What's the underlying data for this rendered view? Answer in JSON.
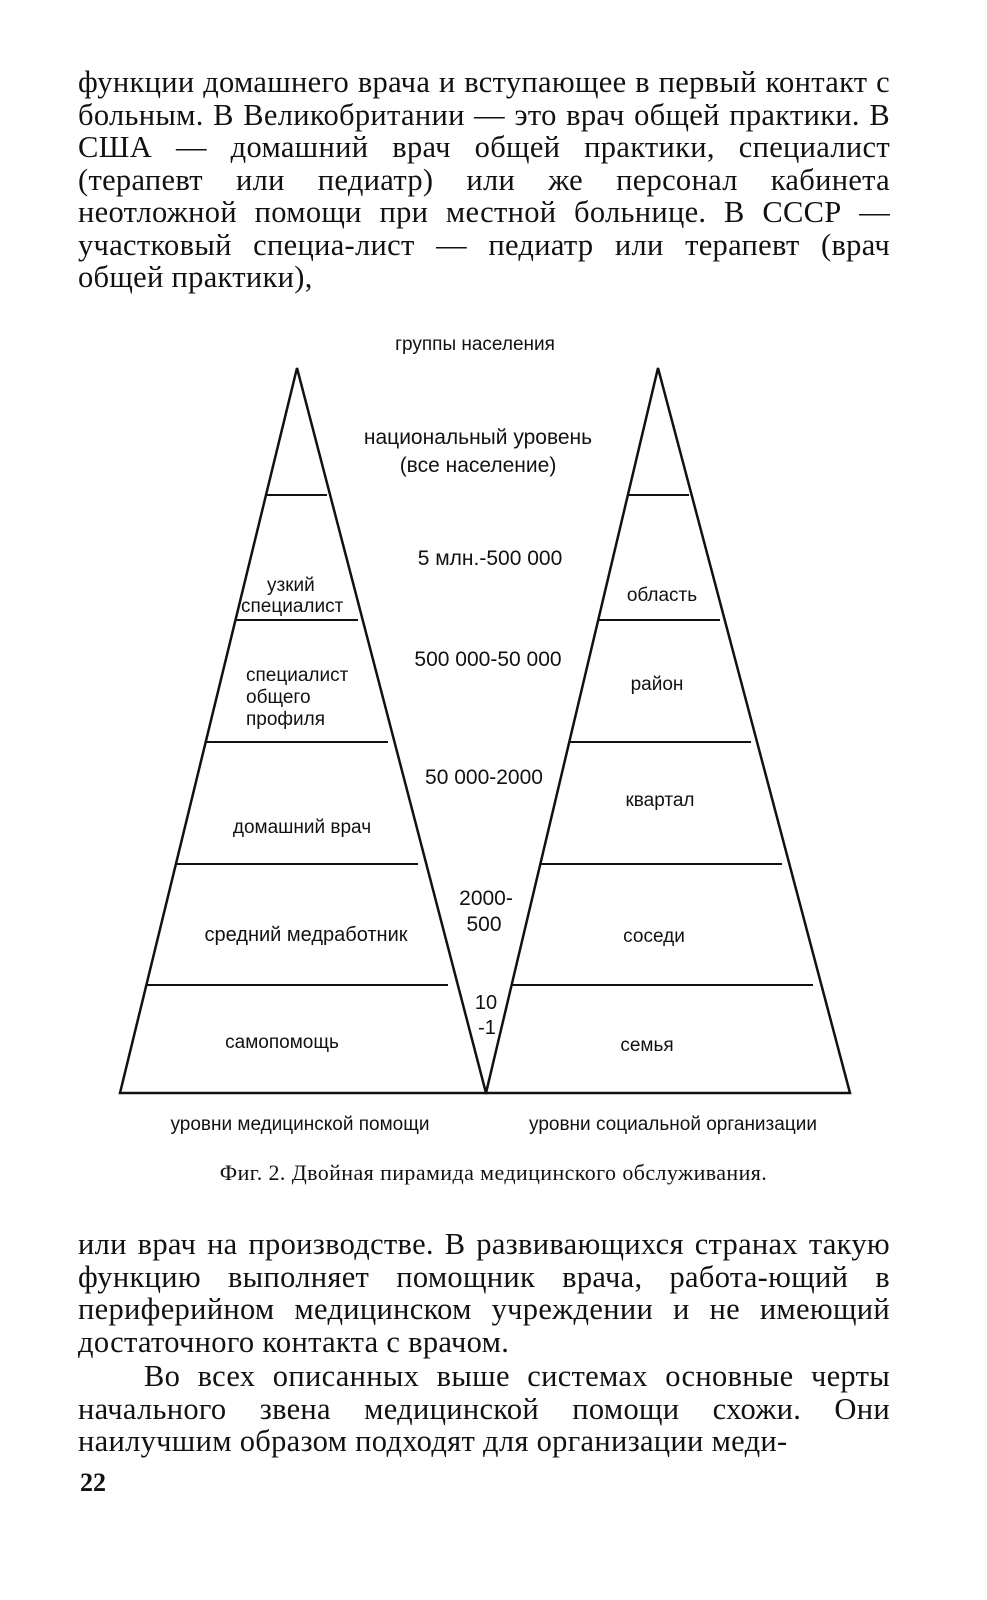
{
  "text": {
    "para_top": "функции домашнего врача и вступающее в первый контакт с больным. В Великобритании — это врач общей практики. В США — домашний врач общей практики, специалист (терапевт или педиатр) или же персонал кабинета неотложной помощи при местной больнице. В СССР — участковый специа-лист — педиатр или терапевт (врач общей практики),",
    "para_mid": "или врач на производстве. В развивающихся странах такую функцию выполняет помощник врача, работа-ющий в периферийном медицинском учреждении и не имеющий достаточного контакта с врачом.",
    "para_bottom": "Во всех описанных выше системах основные черты начального звена медицинской помощи схожи. Они наилучшим образом подходят для организации меди-",
    "page_number": "22"
  },
  "figure": {
    "caption": "Фиг. 2. Двойная пирамида медицинского обслуживания.",
    "top_label": "группы населения",
    "left_axis_label": "уровни медицинской помощи",
    "right_axis_label": "уровни социальной организации",
    "left_levels": [
      "самопомощь",
      "средний медработник",
      "домашний врач",
      "специалист общего профиля",
      "узкий специалист"
    ],
    "right_levels": [
      "семья",
      "соседи",
      "квартал",
      "район",
      "область"
    ],
    "population": [
      "национальный уровень",
      "(все население)",
      "5 млн.-500 000",
      "500 000-50 000",
      "50 000-2000",
      "2000-",
      "500",
      "10",
      "-1"
    ]
  }
}
